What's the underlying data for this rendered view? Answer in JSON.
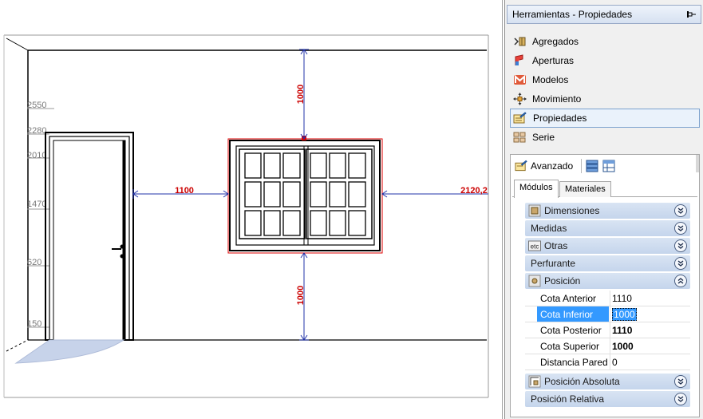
{
  "drawing": {
    "ruler_marks": [
      "2550",
      "2280",
      "2010",
      "1470",
      "620",
      "150"
    ],
    "dimensions": {
      "top": "1000",
      "bottom": "1000",
      "left": "1100",
      "right": "2120,2"
    },
    "colors": {
      "dimension": "#cc0000",
      "dimension_line": "#2233aa",
      "selection": "#dd0000",
      "door_swing": "#c7d3ea"
    }
  },
  "panel": {
    "title": "Herramientas - Propiedades",
    "tools": [
      {
        "label": "Agregados",
        "icon": "aggregates-icon"
      },
      {
        "label": "Aperturas",
        "icon": "openings-icon"
      },
      {
        "label": "Modelos",
        "icon": "models-icon"
      },
      {
        "label": "Movimiento",
        "icon": "move-icon"
      },
      {
        "label": "Propiedades",
        "icon": "properties-icon",
        "active": true
      },
      {
        "label": "Serie",
        "icon": "series-icon"
      }
    ],
    "advanced": {
      "label": "Avanzado",
      "tabs": [
        "Módulos",
        "Materiales"
      ],
      "selected_tab": "Módulos",
      "sections_top": [
        "Dimensiones",
        "Medidas",
        "Otras",
        "Perfurante",
        "Posición"
      ],
      "properties": [
        {
          "name": "Cota Anterior",
          "value": "1110"
        },
        {
          "name": "Cota Inferior",
          "value": "1000",
          "selected": true
        },
        {
          "name": "Cota Posterior",
          "value": "1110"
        },
        {
          "name": "Cota Superior",
          "value": "1000"
        },
        {
          "name": "Distancia Pared",
          "value": "0"
        }
      ],
      "sections_bottom": [
        "Posición Absoluta",
        "Posición Relativa"
      ]
    }
  }
}
